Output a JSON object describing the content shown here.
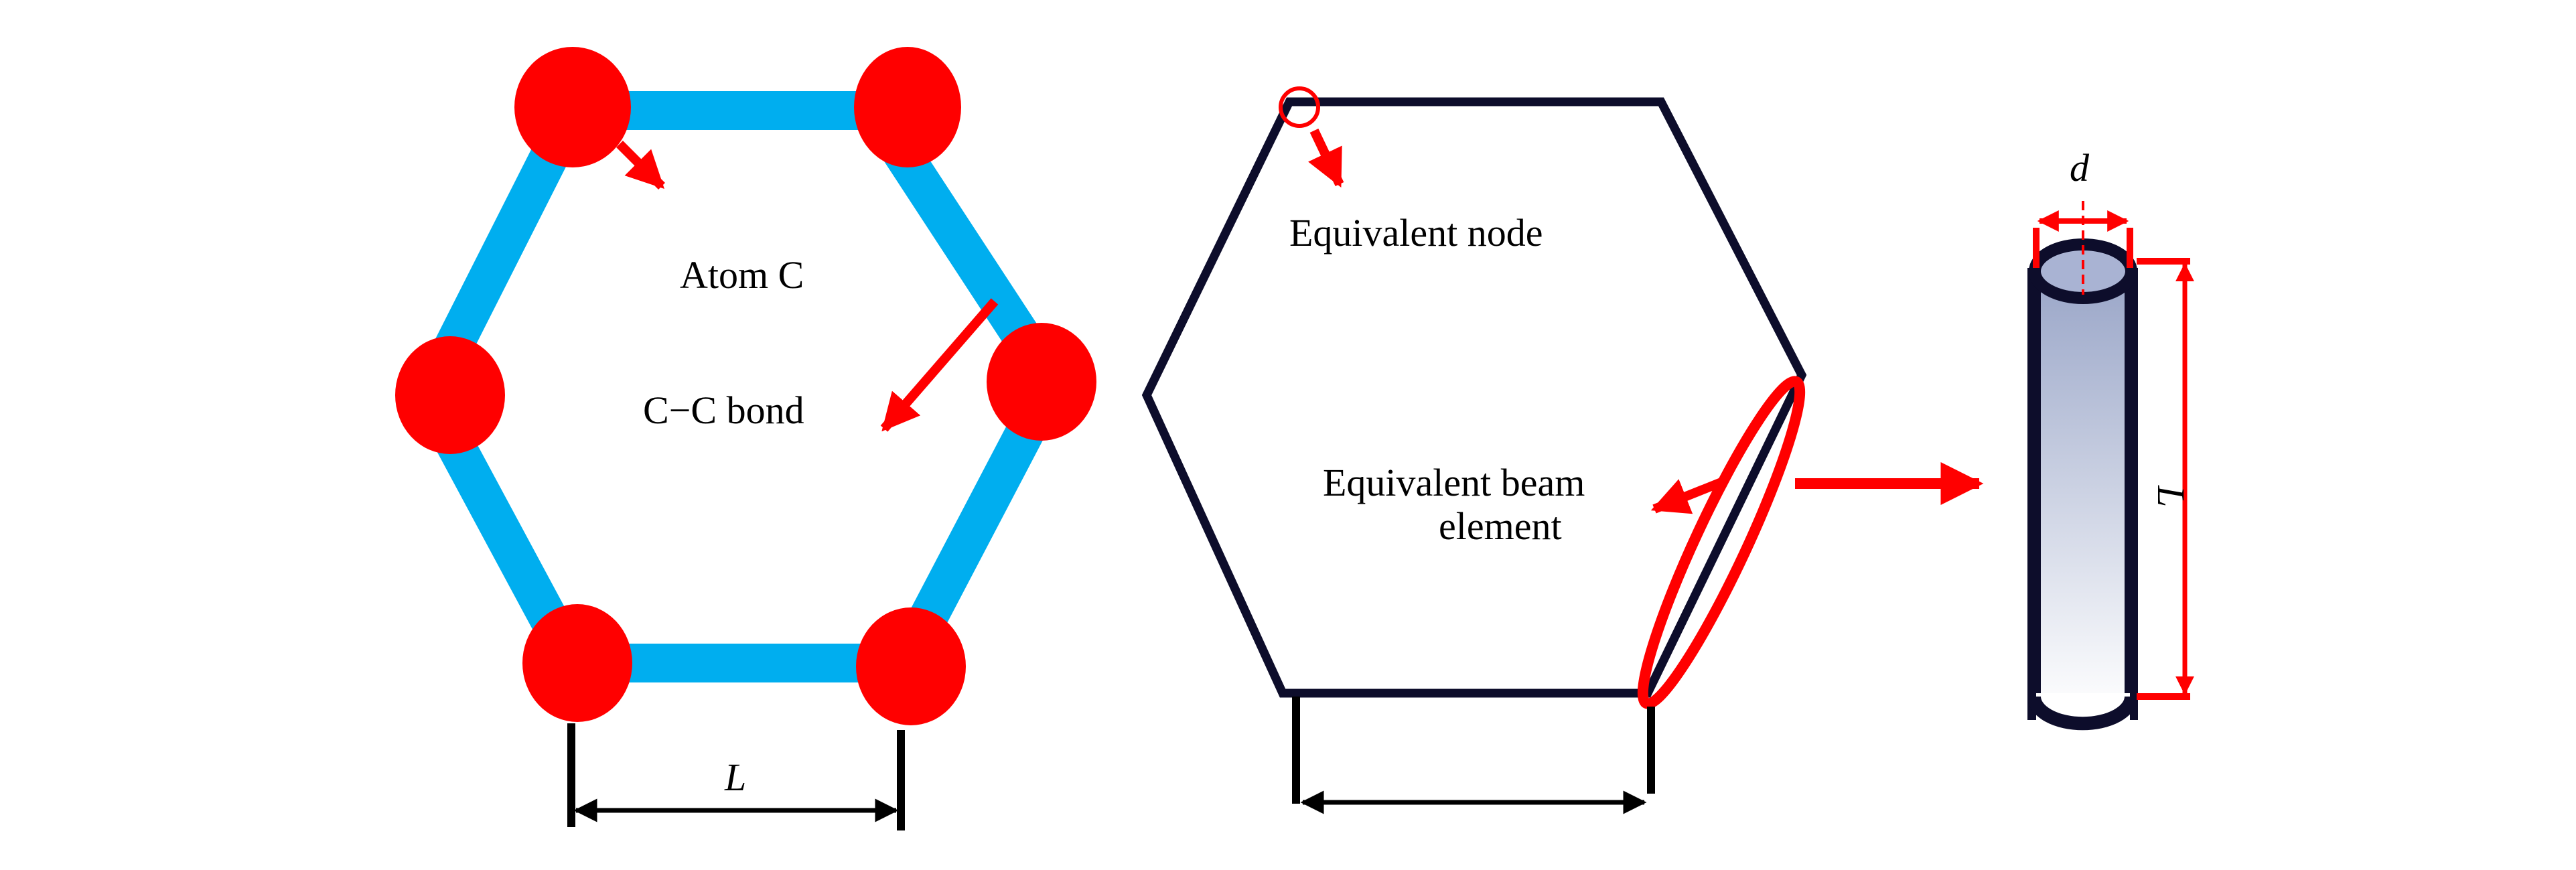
{
  "figure": {
    "labels": {
      "atom": "Atom C",
      "bond": "C−C bond",
      "length_left": "L",
      "equivalent_node": "Equivalent node",
      "beam_line1": "Equivalent beam",
      "beam_line2": "element",
      "diameter": "d",
      "length_right": "L"
    },
    "colors": {
      "bond": "#00aeef",
      "atom": "#ff0000",
      "annotation": "#ff0000",
      "outline": "#0d0d2b",
      "dimension": "#000000",
      "tube_top": "#9aa6c8",
      "tube_bottom": "#ffffff"
    },
    "icons": {
      "atom": "red-circle",
      "arrow": "arrow-icon",
      "beam": "cylinder-icon"
    }
  }
}
